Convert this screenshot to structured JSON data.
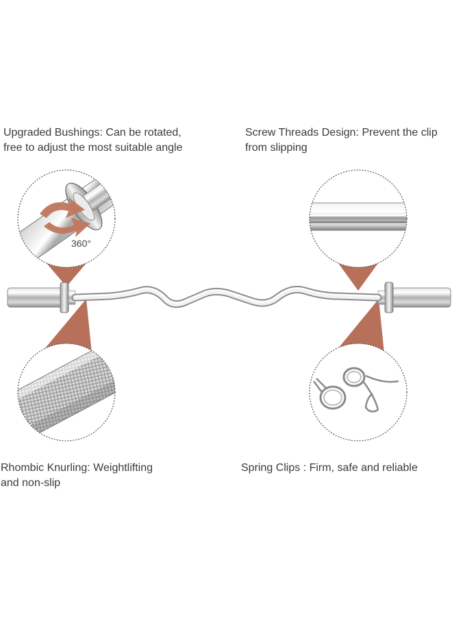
{
  "callouts": {
    "bushings": {
      "line1": "Upgraded Bushings: Can be rotated,",
      "line2": "free to adjust the most suitable angle",
      "rotation_label": "360°"
    },
    "threads": {
      "line1": "Screw Threads Design: Prevent the clip",
      "line2": "from slipping"
    },
    "knurling": {
      "line1": "Rhombic Knurling: Weightlifting",
      "line2": "and non-slip"
    },
    "clips": {
      "line1": "Spring Clips : Firm, safe and reliable"
    }
  },
  "colors": {
    "accent": "#c98a72",
    "pointer": "#b7705a",
    "circle_outline": "#555555",
    "chrome": "#c8c8c8"
  }
}
